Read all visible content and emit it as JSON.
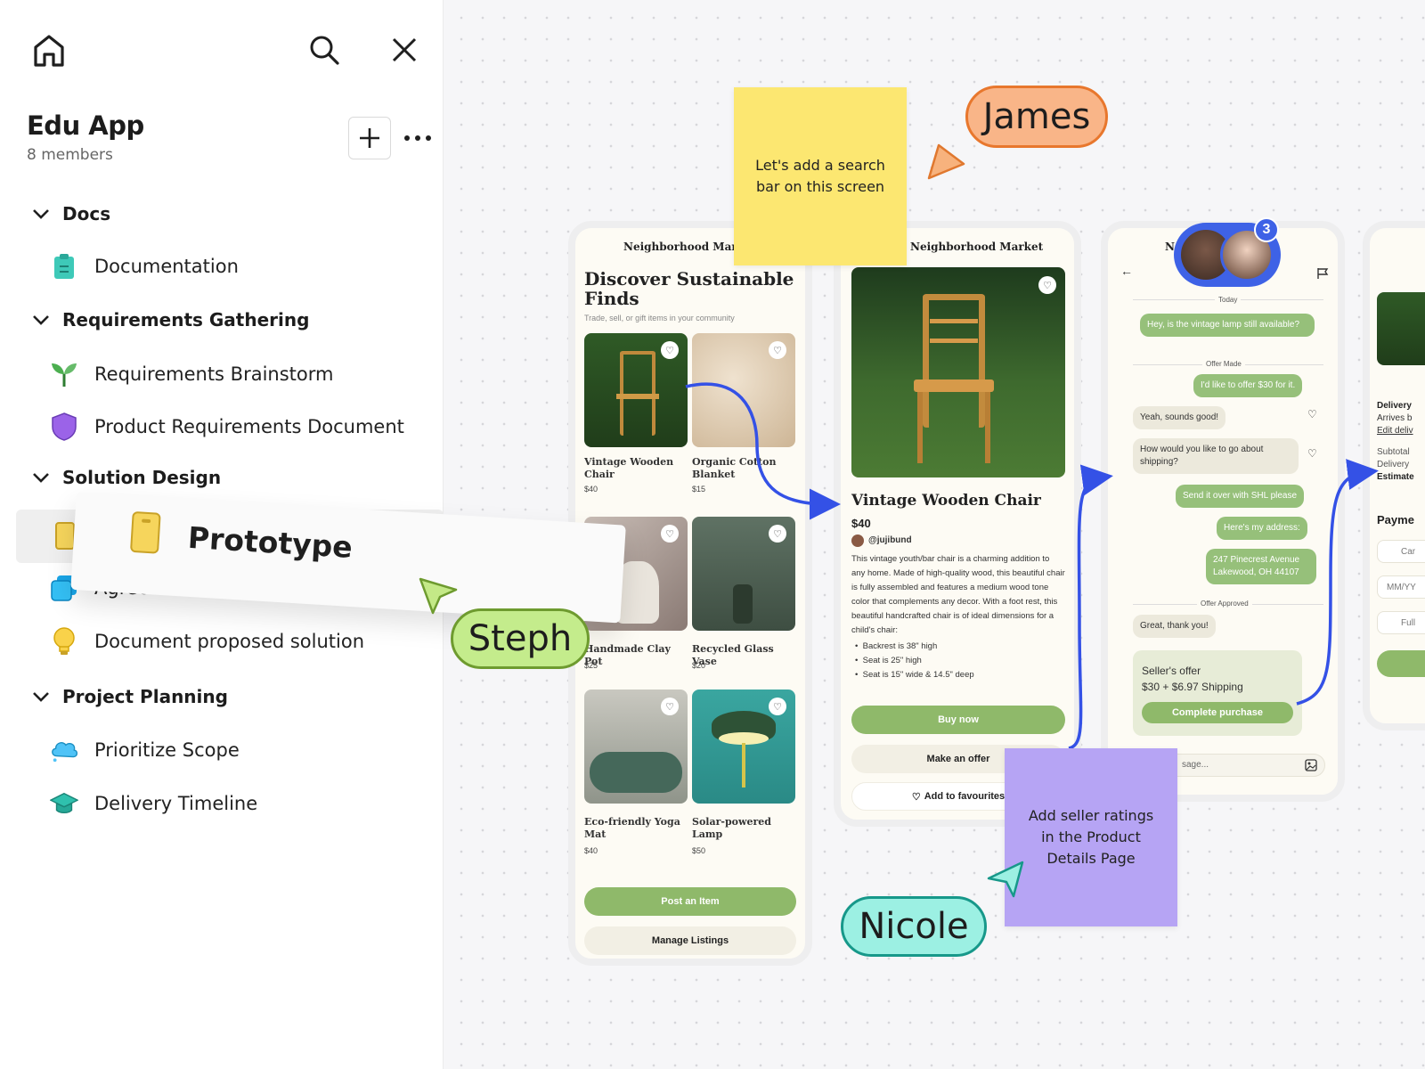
{
  "sidebar": {
    "project_title": "Edu App",
    "project_members": "8 members",
    "sections": [
      {
        "label": "Docs"
      },
      {
        "label": "Requirements Gathering"
      },
      {
        "label": "Solution Design"
      },
      {
        "label": "Project Planning"
      }
    ],
    "items": [
      {
        "label": "Documentation",
        "icon": "clipboard-icon",
        "color": "#3ec9b8"
      },
      {
        "label": "Requirements Brainstorm",
        "icon": "sprout-icon",
        "color": "#4caf50"
      },
      {
        "label": "Product Requirements Document",
        "icon": "shield-icon",
        "color": "#8e55e0"
      },
      {
        "label": "Agreed Solution Proposal",
        "icon": "copy-icon",
        "color": "#1aa6e8"
      },
      {
        "label": "Document proposed solution",
        "icon": "lightbulb-icon",
        "color": "#f5c518"
      },
      {
        "label": "Prioritize Scope",
        "icon": "cloud-icon",
        "color": "#29b6f6"
      },
      {
        "label": "Delivery Timeline",
        "icon": "graduation-cap-icon",
        "color": "#26b5a4"
      }
    ],
    "drag_item": {
      "label": "Prototype",
      "icon": "note-icon"
    }
  },
  "cursors": {
    "james": {
      "label": "James",
      "color": "#f7a36b"
    },
    "steph": {
      "label": "Steph",
      "color": "#b8e37b"
    },
    "nicole": {
      "label": "Nicole",
      "color": "#8de8dc"
    }
  },
  "stickies": {
    "yellow": {
      "text": "Let's add a search bar on this screen",
      "color": "#fce771"
    },
    "purple": {
      "text": "Add seller ratings in the Product Details Page",
      "color": "#b6a4f4"
    }
  },
  "phone1": {
    "header": "Neighborhood Mar",
    "title": "Discover Sustainable Finds",
    "subtitle": "Trade, sell, or gift items in your community",
    "products": [
      {
        "name": "Vintage Wooden Chair",
        "price": "$40"
      },
      {
        "name": "Organic Cotton Blanket",
        "price": "$15"
      },
      {
        "name": "Handmade Clay Pot",
        "price": "$25"
      },
      {
        "name": "Recycled Glass Vase",
        "price": "$20"
      },
      {
        "name": "Eco-friendly Yoga Mat",
        "price": "$40"
      },
      {
        "name": "Solar-powered Lamp",
        "price": "$50"
      }
    ],
    "btn_post": "Post an Item",
    "btn_manage": "Manage Listings"
  },
  "phone2": {
    "header": "Neighborhood Market",
    "title": "Vintage Wooden Chair",
    "price": "$40",
    "seller": "@jujibund",
    "description": "This vintage youth/bar chair is a charming addition to any home. Made of high-quality wood, this beautiful chair is fully assembled and features a medium wood tone color that complements any decor. With a foot rest, this beautiful handcrafted chair is of ideal dimensions for a child's chair:",
    "bullets": [
      "Backrest is 38\" high",
      "Seat is 25\" high",
      "Seat is 15\" wide & 14.5\" deep"
    ],
    "btn_buy": "Buy now",
    "btn_offer": "Make an offer",
    "btn_fav": "Add to favourites"
  },
  "phone3": {
    "header": "Nei",
    "avatar_count": "3",
    "today": "Today",
    "messages": [
      {
        "text": "Hey, is the vintage lamp still available?"
      },
      {
        "text": "Offer Made"
      },
      {
        "text": "I'd like to offer $30 for it."
      },
      {
        "text": "Yeah, sounds good!"
      },
      {
        "text": "How would you like to go about shipping?"
      },
      {
        "text": "Send it over with SHL please"
      },
      {
        "text": "Here's my address:"
      },
      {
        "text": "247 Pinecrest Avenue Lakewood, OH 44107"
      },
      {
        "text": "Offer Approved"
      },
      {
        "text": "Great, thank you!"
      }
    ],
    "seller_offer_title": "Seller's offer",
    "seller_offer_price": "$30 + $6.97 Shipping",
    "btn_complete": "Complete purchase",
    "input_placeholder": "sage..."
  },
  "phone4": {
    "delivery": "Delivery",
    "arrives": "Arrives b",
    "edit": "Edit deliv",
    "subtotal": "Subtotal",
    "delivery2": "Delivery",
    "estimate": "Estimate",
    "payment": "Payme",
    "card": "Car",
    "mmyy": "MM/YY",
    "full": "Full"
  }
}
